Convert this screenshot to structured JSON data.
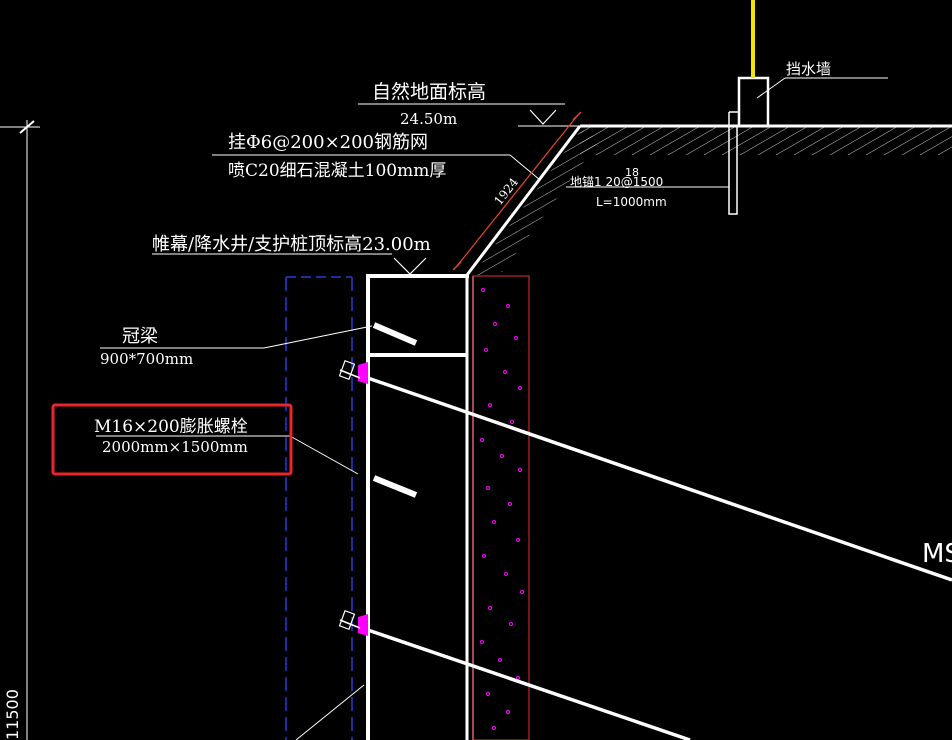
{
  "labels": {
    "ground_title": "自然地面标高",
    "ground_elev": "24.50m",
    "mesh_line1": "挂Φ6@200×200钢筋网",
    "mesh_line2": "喷C20细石混凝土100mm厚",
    "slope_len": "1924",
    "curtain_top": "帷幕/降水井/支护桩顶标高23.00m",
    "crown_beam": "冠梁",
    "crown_size": "900*700mm",
    "bolt_line1": "M16×200膨胀螺栓",
    "bolt_line2": "2000mm×1500mm",
    "retaining_wall": "挡水墙",
    "anchor_line1": "地锚1  20@1500",
    "anchor_line2": "L=1000mm",
    "anchor_red": "18",
    "dim_vertical": "11500",
    "ms_text": "MS"
  },
  "colors": {
    "background": "#000000",
    "line": "#ffffff",
    "highlight_box": "#e8262b",
    "pile_boundary": "#c0272d",
    "dashed_blue": "#2b3bd6",
    "magenta": "#ff00ff",
    "yellow": "#f5e400",
    "dim_orange": "#e8452b"
  }
}
